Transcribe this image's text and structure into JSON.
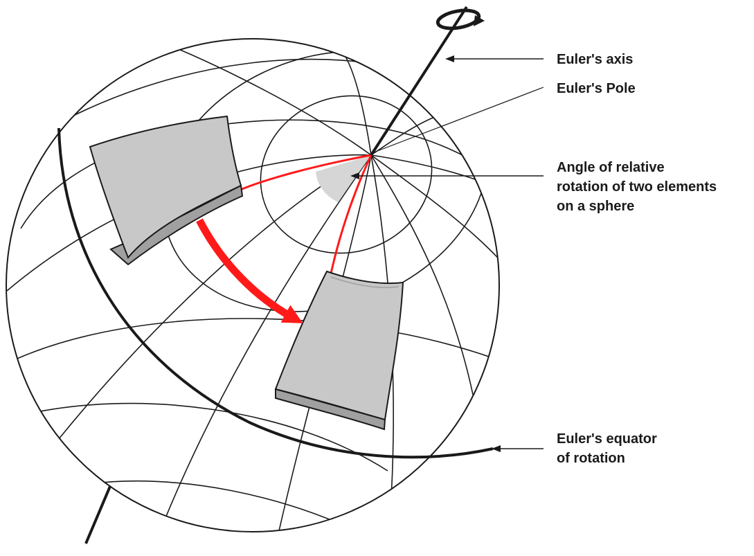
{
  "labels": {
    "axis": "Euler's axis",
    "pole": "Euler's Pole",
    "angle_line1": "Angle of relative",
    "angle_line2": "rotation of two elements",
    "angle_line3": "on a sphere",
    "equator_line1": "Euler's equator",
    "equator_line2": "of rotation"
  },
  "colors": {
    "line": "#1a1a1a",
    "rotation": "#ff1a1a",
    "plate_top": "#c8c8c8",
    "plate_side": "#a0a0a0",
    "angle_sector": "#d6d6d6"
  },
  "icons": [
    "rotation-arrow-icon"
  ]
}
